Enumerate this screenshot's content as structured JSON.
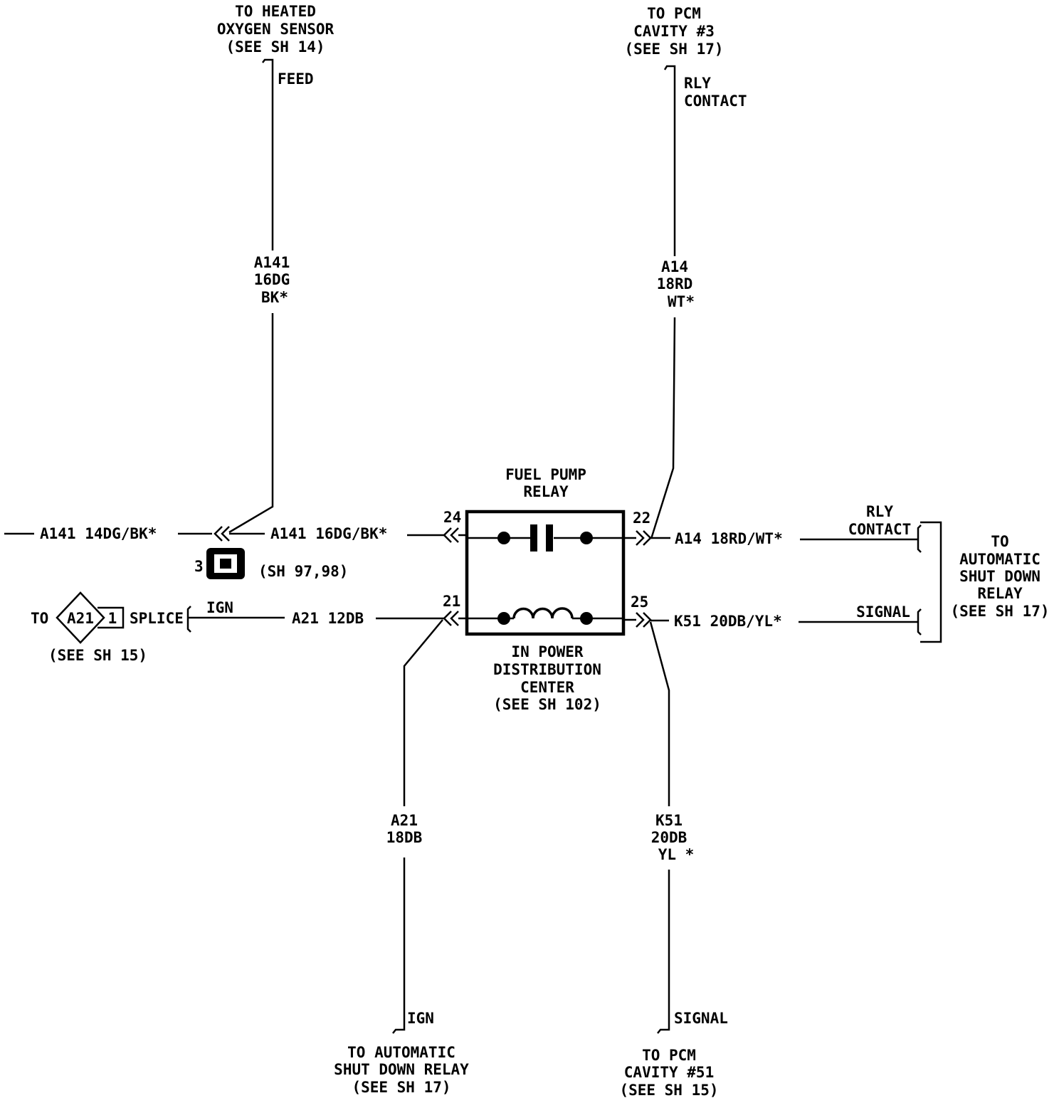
{
  "top_left": {
    "dest": [
      "TO HEATED",
      "OXYGEN SENSOR",
      "(SEE SH 14)"
    ],
    "tag": "FEED",
    "wire": [
      "A141",
      "16DG",
      "BK*"
    ]
  },
  "top_right": {
    "dest": [
      "TO PCM",
      "CAVITY #3",
      "(SEE SH 17)"
    ],
    "tag": [
      "RLY",
      "CONTACT"
    ],
    "wire": [
      "A14",
      "18RD",
      "WT*"
    ]
  },
  "relay": {
    "title": [
      "FUEL PUMP",
      "RELAY"
    ],
    "location": [
      "IN POWER",
      "DISTRIBUTION",
      "CENTER",
      "(SEE SH 102)"
    ],
    "pins": {
      "p24": "24",
      "p22": "22",
      "p21": "21",
      "p25": "25"
    }
  },
  "horizontal": {
    "left_far": "A141 14DG/BK*",
    "left_near": "A141 16DG/BK*",
    "right_top": "A14 18RD/WT*",
    "left_bottom": "A21 12DB",
    "right_bottom": "K51 20DB/YL*"
  },
  "connector": {
    "pin": "3",
    "ref": "(SH 97,98)"
  },
  "splice": {
    "to": "TO",
    "id": "A21",
    "num": "1",
    "label": "SPLICE",
    "tag": "IGN",
    "ref": "(SEE SH 15)"
  },
  "right_side": {
    "top_tag": [
      "RLY",
      "CONTACT"
    ],
    "bottom_tag": "SIGNAL",
    "dest": [
      "TO",
      "AUTOMATIC",
      "SHUT DOWN",
      "RELAY",
      "(SEE SH 17)"
    ]
  },
  "bottom_left": {
    "wire": [
      "A21",
      "18DB"
    ],
    "tag": "IGN",
    "dest": [
      "TO AUTOMATIC",
      "SHUT DOWN RELAY",
      "(SEE SH 17)"
    ]
  },
  "bottom_right": {
    "wire": [
      "K51",
      "20DB",
      "YL *"
    ],
    "tag": "SIGNAL",
    "dest": [
      "TO PCM",
      "CAVITY #51",
      "(SEE SH 15)"
    ]
  }
}
